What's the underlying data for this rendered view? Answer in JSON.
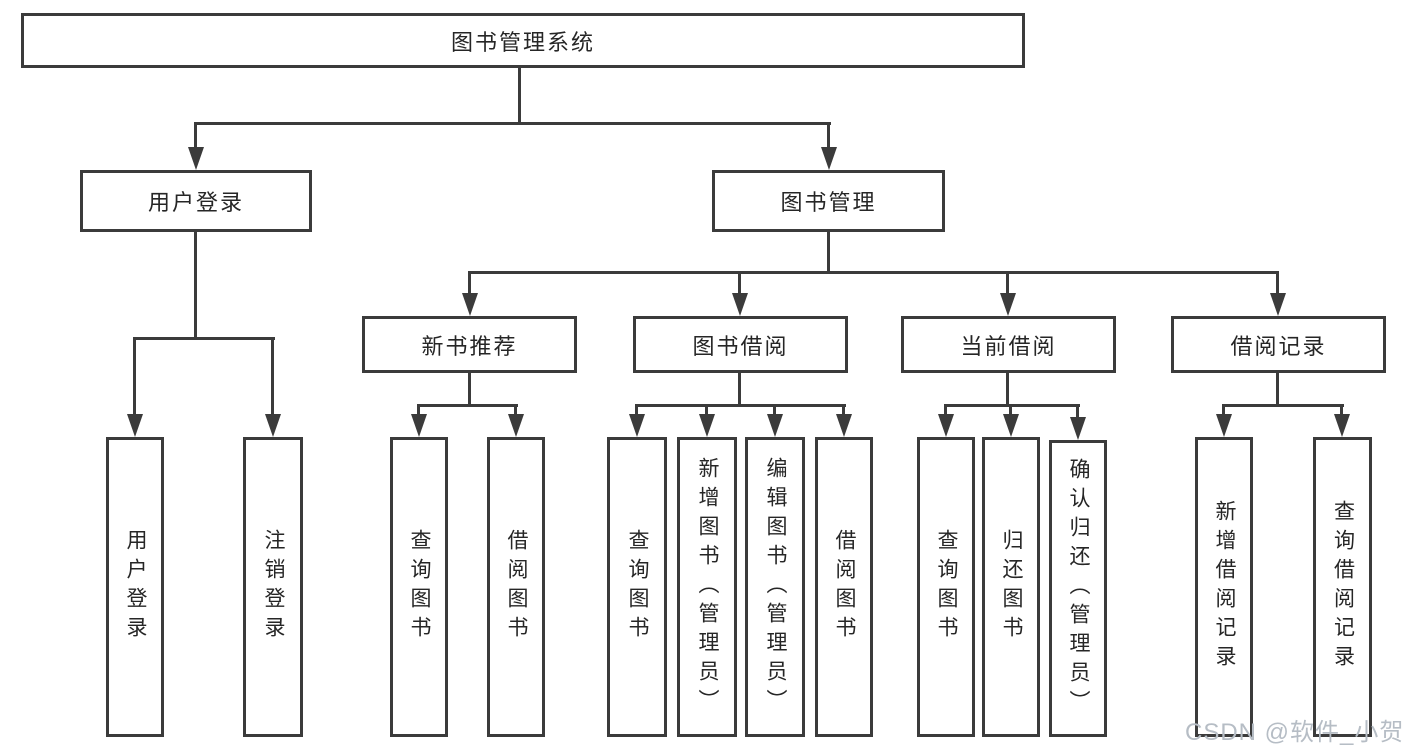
{
  "diagram": {
    "root": {
      "label": "图书管理系统"
    },
    "branches": [
      {
        "label": "用户登录",
        "children": [
          {
            "label": "用户登录"
          },
          {
            "label": "注销登录"
          }
        ]
      },
      {
        "label": "图书管理",
        "children": [
          {
            "label": "新书推荐",
            "children": [
              {
                "label": "查询图书"
              },
              {
                "label": "借阅图书"
              }
            ]
          },
          {
            "label": "图书借阅",
            "children": [
              {
                "label": "查询图书"
              },
              {
                "label": "新增图书（管理员）"
              },
              {
                "label": "编辑图书（管理员）"
              },
              {
                "label": "借阅图书"
              }
            ]
          },
          {
            "label": "当前借阅",
            "children": [
              {
                "label": "查询图书"
              },
              {
                "label": "归还图书"
              },
              {
                "label": "确认归还（管理员）"
              }
            ]
          },
          {
            "label": "借阅记录",
            "children": [
              {
                "label": "新增借阅记录"
              },
              {
                "label": "查询借阅记录"
              }
            ]
          }
        ]
      }
    ],
    "colors": {
      "line": "#3b3b3b",
      "text": "#262626",
      "background": "#ffffff",
      "watermark": "#b6bdc5"
    }
  },
  "watermark": {
    "text": "CSDN @软件_小贺同学"
  }
}
